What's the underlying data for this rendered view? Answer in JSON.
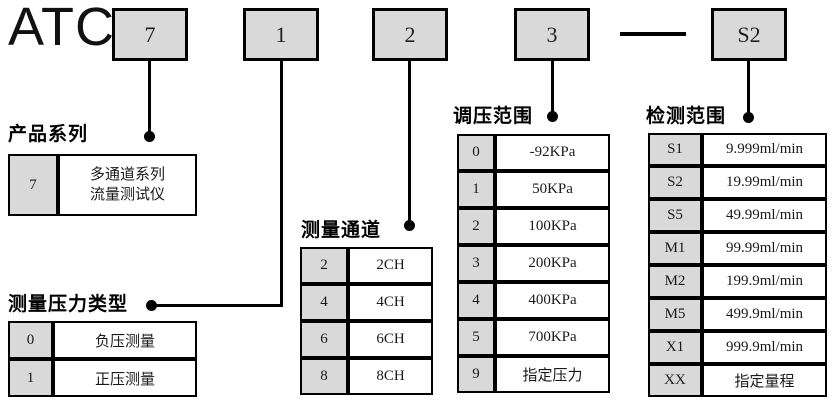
{
  "model": {
    "prefix": "ATC",
    "positions": [
      "7",
      "1",
      "2",
      "3",
      "S2"
    ],
    "separator": "—"
  },
  "sections": {
    "product_series": {
      "title": "产品系列",
      "rows": [
        {
          "code": "7",
          "value": "多通道系列\n流量测试仪"
        }
      ]
    },
    "pressure_type": {
      "title": "测量压力类型",
      "rows": [
        {
          "code": "0",
          "value": "负压测量"
        },
        {
          "code": "1",
          "value": "正压测量"
        }
      ]
    },
    "channels": {
      "title": "测量通道",
      "rows": [
        {
          "code": "2",
          "value": "2CH"
        },
        {
          "code": "4",
          "value": "4CH"
        },
        {
          "code": "6",
          "value": "6CH"
        },
        {
          "code": "8",
          "value": "8CH"
        }
      ]
    },
    "pressure_range": {
      "title": "调压范围",
      "rows": [
        {
          "code": "0",
          "value": "-92KPa"
        },
        {
          "code": "1",
          "value": "50KPa"
        },
        {
          "code": "2",
          "value": "100KPa"
        },
        {
          "code": "3",
          "value": "200KPa"
        },
        {
          "code": "4",
          "value": "400KPa"
        },
        {
          "code": "5",
          "value": "700KPa"
        },
        {
          "code": "9",
          "value": "指定压力"
        }
      ]
    },
    "detection_range": {
      "title": "检测范围",
      "rows": [
        {
          "code": "S1",
          "value": "9.999ml/min"
        },
        {
          "code": "S2",
          "value": "19.99ml/min"
        },
        {
          "code": "S5",
          "value": "49.99ml/min"
        },
        {
          "code": "M1",
          "value": "99.99ml/min"
        },
        {
          "code": "M2",
          "value": "199.9ml/min"
        },
        {
          "code": "M5",
          "value": "499.9ml/min"
        },
        {
          "code": "X1",
          "value": "999.9ml/min"
        },
        {
          "code": "XX",
          "value": "指定量程"
        }
      ]
    }
  },
  "colors": {
    "box_fill": "#d9d9d9",
    "line": "#000000",
    "background": "#ffffff"
  }
}
